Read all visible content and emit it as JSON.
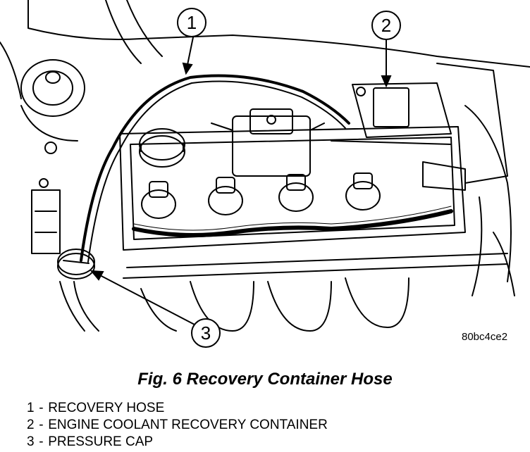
{
  "figure": {
    "caption": "Fig. 6 Recovery Container Hose",
    "reference_code": "80bc4ce2",
    "callouts": [
      {
        "number": "1",
        "label": "RECOVERY HOSE"
      },
      {
        "number": "2",
        "label": "ENGINE COOLANT RECOVERY CONTAINER"
      },
      {
        "number": "3",
        "label": "PRESSURE CAP"
      }
    ],
    "legend_separator": "-"
  }
}
